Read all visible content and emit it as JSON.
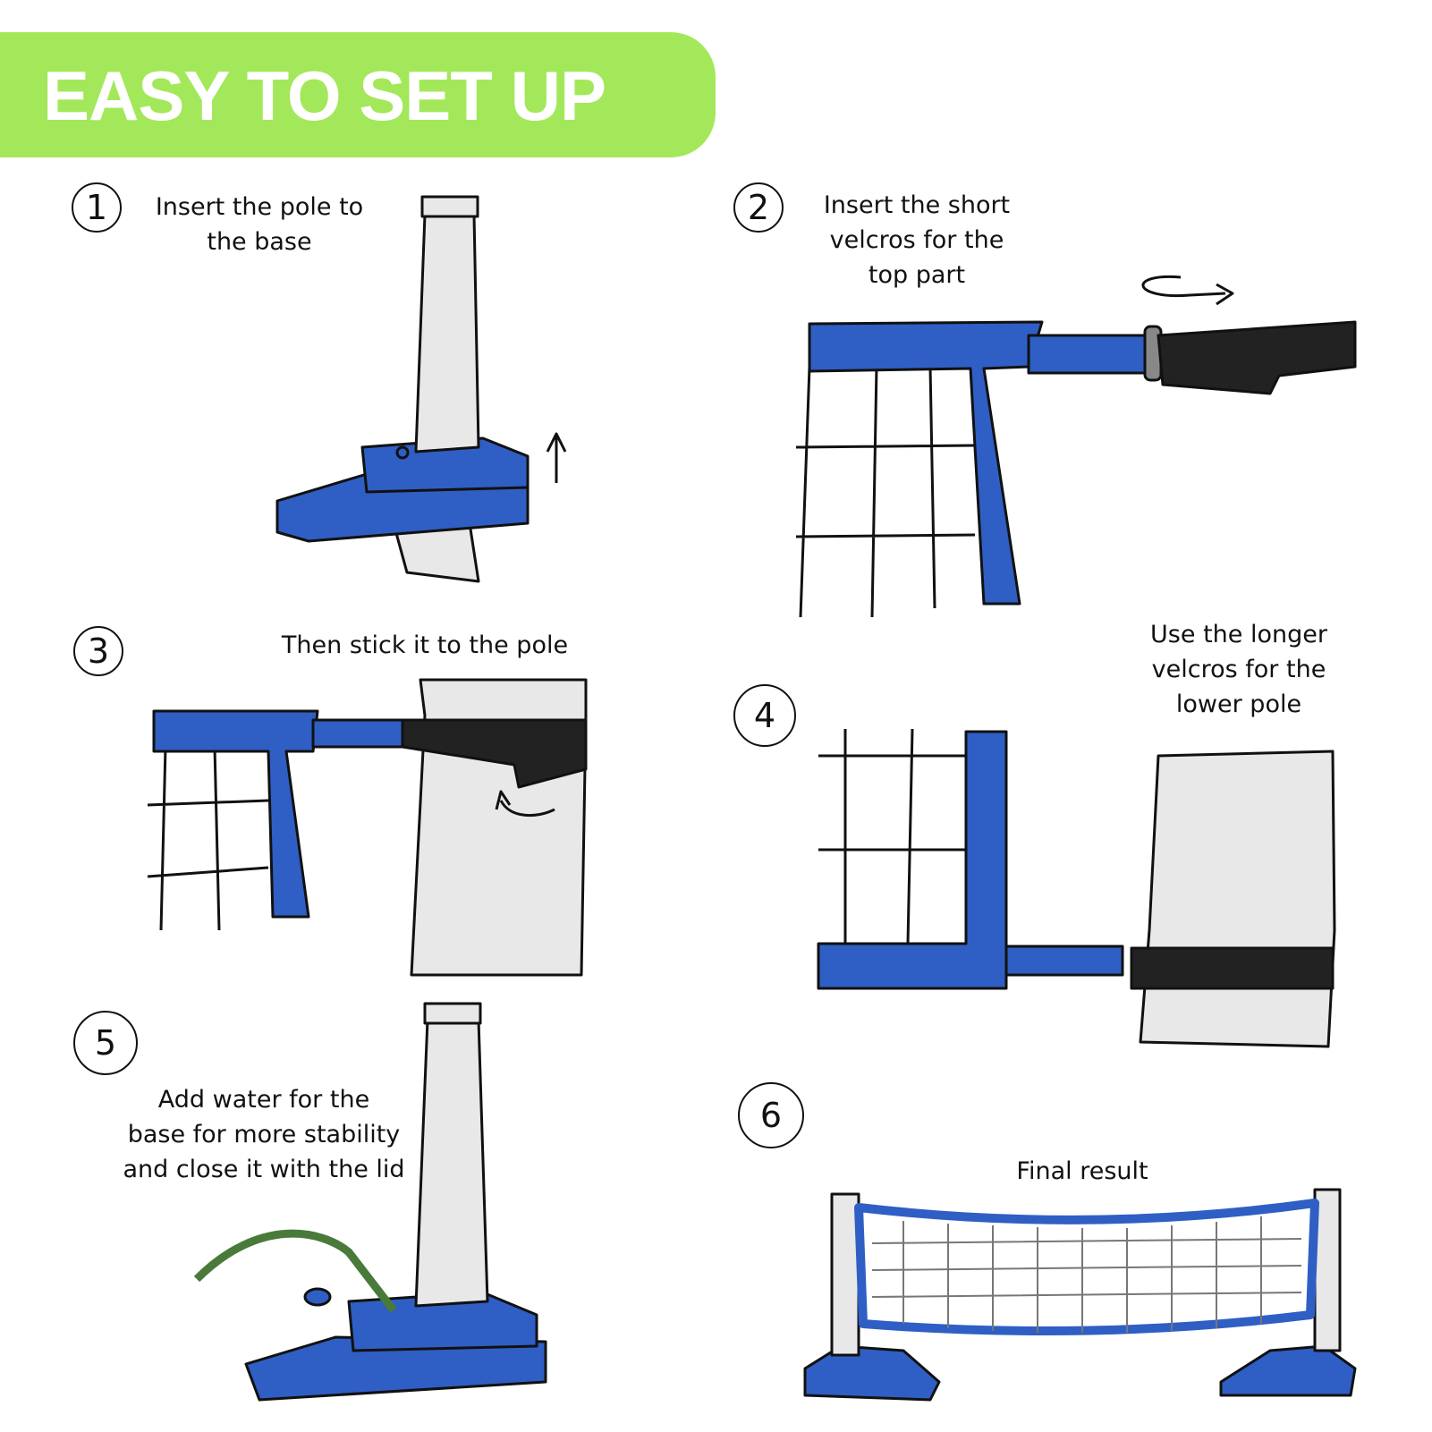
{
  "banner": {
    "title": "EASY TO SET UP"
  },
  "colors": {
    "banner": "#a3e85a",
    "net_blue": "#2f5fc4",
    "pole": "#e8e8e8",
    "strap": "#222222",
    "hose": "#4a7a3a"
  },
  "steps": [
    {
      "number": "1",
      "caption": "Insert the pole to\nthe base"
    },
    {
      "number": "2",
      "caption": "Insert the short\nvelcros for the\ntop part"
    },
    {
      "number": "3",
      "caption": "Then stick it to the pole"
    },
    {
      "number": "4",
      "caption": "Use the longer\nvelcros for the\nlower pole"
    },
    {
      "number": "5",
      "caption": "Add water for the\nbase for more stability\nand close it with the lid"
    },
    {
      "number": "6",
      "caption": "Final result"
    }
  ]
}
